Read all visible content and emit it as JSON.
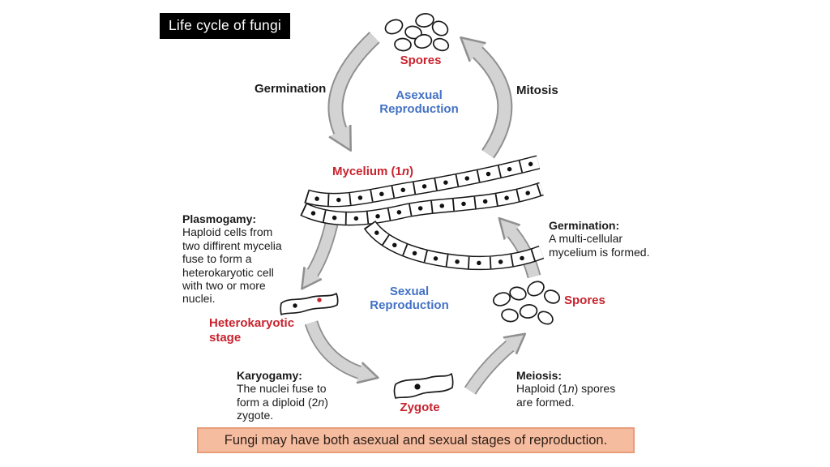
{
  "colors": {
    "red": "#c8232e",
    "blue": "#4472c4",
    "ink": "#1a1a1a",
    "arrow_fill": "#d3d3d3",
    "arrow_stroke": "#8f8f8f",
    "banner_bg": "#f6bca0",
    "banner_border": "#e89c78",
    "banner_text": "#2e2018",
    "title_bg": "#000000",
    "title_fg": "#ffffff"
  },
  "title": "Life cycle of fungi",
  "asexual_cycle": {
    "spores": "Spores",
    "name_line1": "Asexual",
    "name_line2": "Reproduction",
    "germination": "Germination",
    "mitosis": "Mitosis"
  },
  "mycelium": {
    "prefix": "Mycelium (1",
    "italic": "n",
    "suffix": ")"
  },
  "plasmogamy": {
    "heading": "Plasmogamy:",
    "lines": [
      "Haploid cells from",
      "two diffirent mycelia",
      "fuse to form a",
      "heterokaryotic cell",
      "with two or more",
      "nuclei."
    ]
  },
  "heterokaryotic": {
    "line1": "Heterokaryotic",
    "line2": "stage"
  },
  "sexual_cycle": {
    "name_line1": "Sexual",
    "name_line2": "Reproduction",
    "spores": "Spores",
    "zygote": "Zygote"
  },
  "karyogamy": {
    "heading": "Karyogamy:",
    "line1": "The nuclei fuse to",
    "line2_prefix": "form a diploid (2",
    "line2_italic": "n",
    "line2_suffix": ")",
    "line3": "zygote."
  },
  "meiosis": {
    "heading": "Meiosis:",
    "line1_prefix": "Haploid (1",
    "line1_italic": "n",
    "line1_suffix": ") spores",
    "line2": "are formed."
  },
  "germination_right": {
    "heading": "Germination:",
    "line1": "A multi-cellular",
    "line2": "mycelium is formed."
  },
  "banner": "Fungi may have both asexual and sexual stages of reproduction."
}
